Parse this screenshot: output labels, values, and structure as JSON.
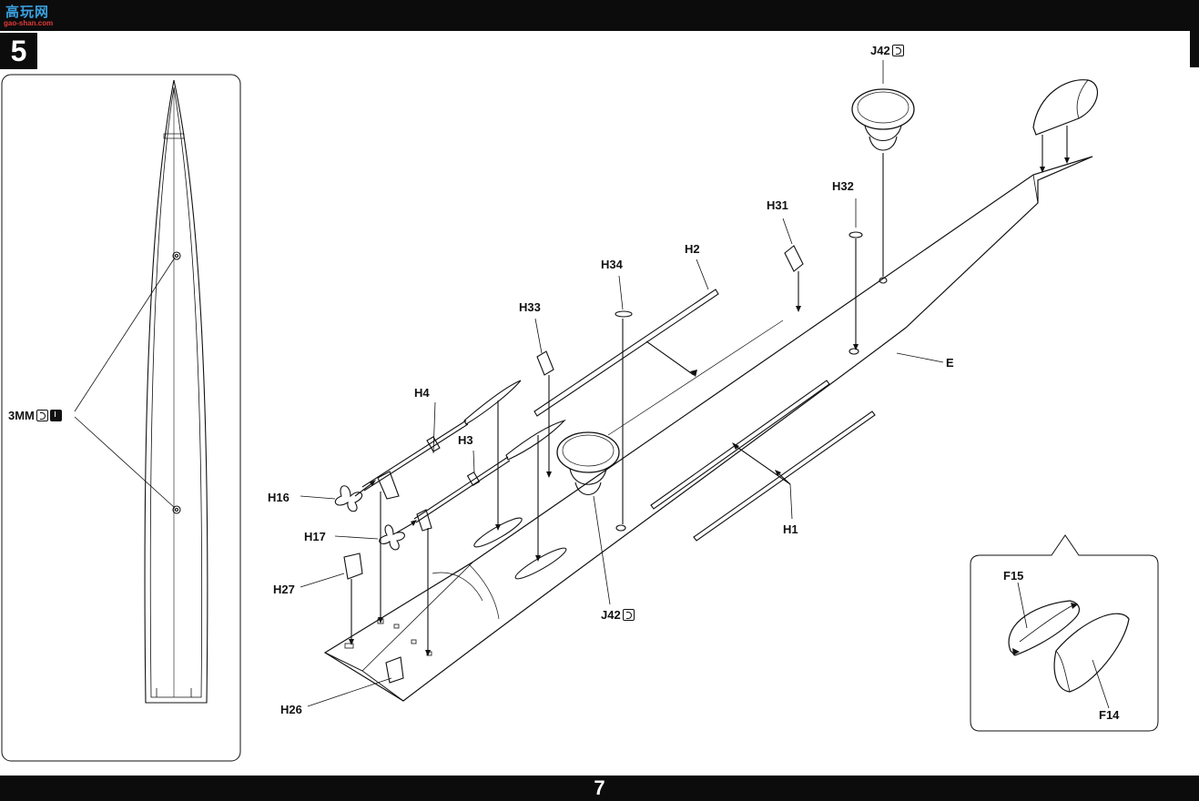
{
  "logo": {
    "line1": "高玩网",
    "line2": "gao-shan.com"
  },
  "step_number": "5",
  "page_number": "7",
  "labels": {
    "j42_top": "J42",
    "j42_bottom": "J42",
    "h32": "H32",
    "h31": "H31",
    "h2": "H2",
    "h34": "H34",
    "h33": "H33",
    "h4": "H4",
    "h3": "H3",
    "h16": "H16",
    "h17": "H17",
    "h27": "H27",
    "h26": "H26",
    "h1": "H1",
    "e": "E",
    "f15": "F15",
    "f14": "F14",
    "drill": "3MM"
  },
  "icons": {
    "cement": "cement-icon",
    "drill": "drill-icon"
  }
}
